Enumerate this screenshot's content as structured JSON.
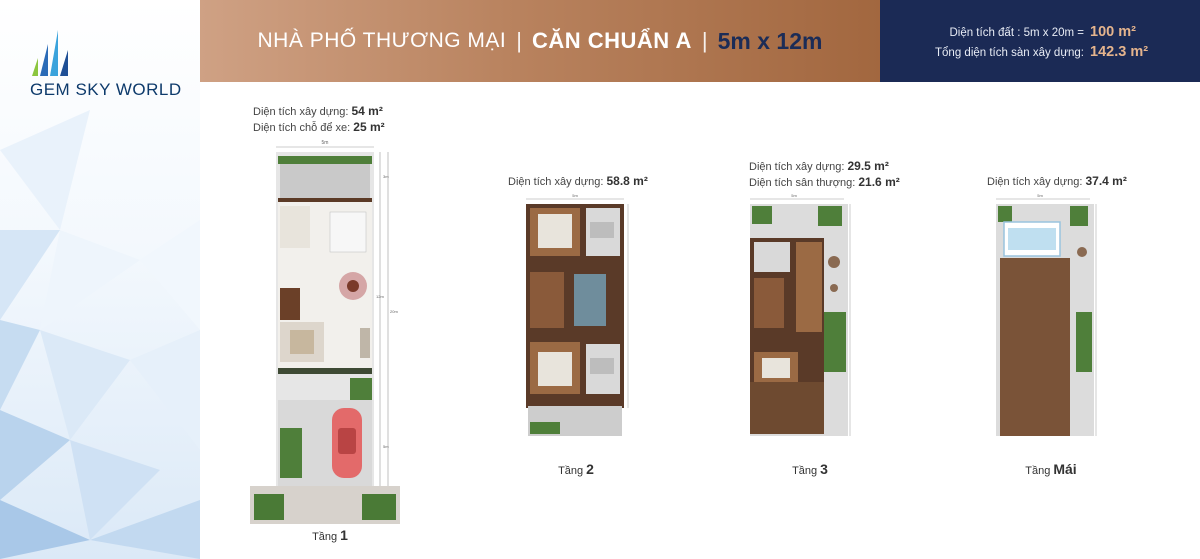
{
  "brand": {
    "name": "GEM SKY WORLD",
    "colors": {
      "navy": "#1b2a55",
      "copper": "#b9835f",
      "gold": "#e5b48d"
    }
  },
  "header": {
    "type_label": "NHÀ PHỐ THƯƠNG MẠI",
    "separator": "|",
    "unit_label": "CĂN CHUẨN A",
    "dimension": "5m x 12m"
  },
  "area_box": {
    "land_label": "Diện tích đất : 5m x 20m =",
    "land_value": "100 m²",
    "total_label": "Tổng diện tích sàn xây dựng:",
    "total_value": "142.3 m²"
  },
  "floors": [
    {
      "name_prefix": "Tầng",
      "name": "1",
      "info": [
        {
          "label": "Diện tích xây dựng:",
          "value": "54 m²"
        },
        {
          "label": "Diện tích chỗ để xe:",
          "value": "25 m²"
        }
      ],
      "plan_dims": {
        "width": "5m",
        "d1": "3m",
        "d2": "12m",
        "d3": "20m",
        "d4": "5m"
      }
    },
    {
      "name_prefix": "Tầng",
      "name": "2",
      "info": [
        {
          "label": "Diện tích xây dựng:",
          "value": "58.8 m²"
        }
      ],
      "plan_dims": {
        "width": "5m"
      }
    },
    {
      "name_prefix": "Tầng",
      "name": "3",
      "info": [
        {
          "label": "Diện tích xây dựng:",
          "value": "29.5 m²"
        },
        {
          "label": "Diện tích sân thượng:",
          "value": "21.6 m²"
        }
      ],
      "plan_dims": {
        "width": "5m"
      }
    },
    {
      "name_prefix": "Tầng",
      "name": "Mái",
      "info": [
        {
          "label": "Diện tích xây dựng:",
          "value": "37.4 m²"
        }
      ],
      "plan_dims": {
        "width": "5m"
      }
    }
  ]
}
